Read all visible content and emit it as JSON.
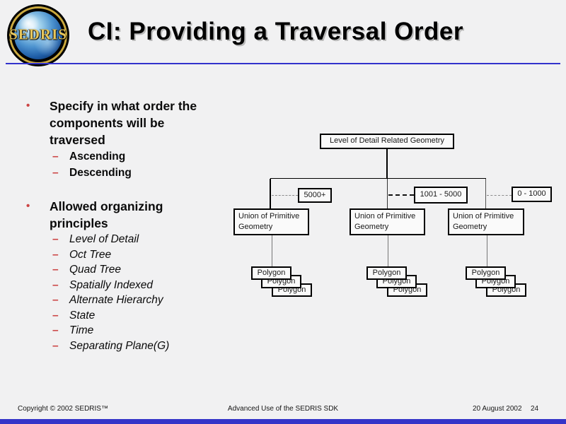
{
  "title": "CI: Providing a Traversal Order",
  "logo": {
    "text": "SEDRIS"
  },
  "glyphs": {
    "bullet": "•",
    "dash": "–"
  },
  "colors": {
    "accent": "#3333cc",
    "bullet": "#cc4444",
    "bottom_bar": "#3434c8",
    "logo_gold": "#caa93f"
  },
  "bullets": [
    {
      "lines": [
        "Specify in what order the",
        "components will be",
        "traversed"
      ],
      "items": [
        "Ascending",
        "Descending"
      ]
    },
    {
      "lines": [
        "Allowed organizing",
        "principles"
      ],
      "items": [
        "Level of Detail",
        "Oct Tree",
        "Quad Tree",
        "Spatially Indexed",
        "Alternate Hierarchy",
        "State",
        "Time",
        "Separating Plane(G)"
      ]
    }
  ],
  "diagram": {
    "root_label": "Level of Detail Related Geometry",
    "groups": [
      {
        "range": "5000+",
        "node": "Union of Primitive Geometry",
        "children": [
          "Polygon",
          "Polygon",
          "Polygon"
        ]
      },
      {
        "range": "1001 - 5000",
        "node": "Union of Primitive Geometry",
        "children": [
          "Polygon",
          "Polygon",
          "Polygon"
        ]
      },
      {
        "range": "0 - 1000",
        "node": "Union of Primitive Geometry",
        "children": [
          "Polygon",
          "Polygon",
          "Polygon"
        ]
      }
    ]
  },
  "footer": {
    "copyright": "Copyright © 2002 SEDRIS™",
    "center": "Advanced Use of the SEDRIS SDK",
    "date": "20 August 2002",
    "page": "24"
  }
}
